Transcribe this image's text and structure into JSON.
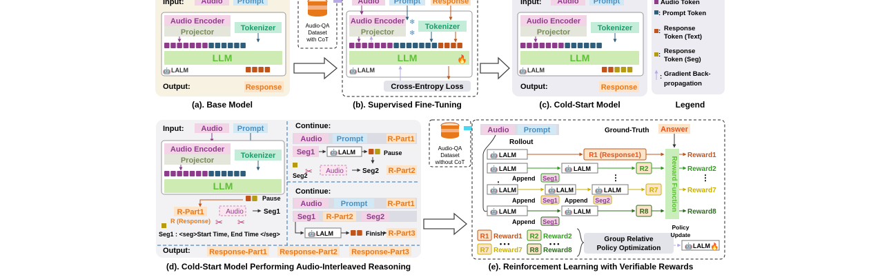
{
  "colors": {
    "audio": "#8e3b8b",
    "prompt": "#2f5d7c",
    "response_text": "#c0541b",
    "response_seg": "#b59a12",
    "gradient": "#b9a9e8",
    "llm_fill": "#cdebb3",
    "llm_text": "#5fbf36",
    "tokenizer": "#c3ecd9",
    "audio_box": "#f3d3e6",
    "prompt_box": "#d2e9f5",
    "response_box": "#fde3c8",
    "reward_fn": "#c9eebc"
  },
  "common": {
    "input_label": "Input:",
    "output_label": "Output:",
    "audio": "Audio",
    "prompt": "Prompt",
    "response": "Response",
    "audio_encoder": "Audio Encoder",
    "projector": "Projector",
    "tokenizer": "Tokenizer",
    "llm": "LLM",
    "lalm": "LALM"
  },
  "panel_a": {
    "caption": "(a). Base Model"
  },
  "panel_b": {
    "caption": "(b). Supervised Fine-Tuning",
    "dataset": [
      "Audio-QA",
      "Dataset",
      "with CoT"
    ],
    "loss": "Cross-Entropy Loss"
  },
  "panel_c": {
    "caption": "(c). Cold-Start Model"
  },
  "legend": {
    "caption": "Legend",
    "items": [
      {
        "label": [
          "Audio Token"
        ]
      },
      {
        "label": [
          "Prompt Token"
        ]
      },
      {
        "label": [
          "Response",
          "Token (Text)"
        ]
      },
      {
        "label": [
          "Response",
          "Token (Seg)"
        ]
      },
      {
        "label": [
          "Gradient Back-",
          "propagation"
        ]
      }
    ]
  },
  "panel_d": {
    "caption": "(d). Cold-Start Model Performing Audio-Interleaved Reasoning",
    "pause": "Pause",
    "r_part1": "R-Part1",
    "r_response": "R (Response)",
    "audio_dash": "Audio",
    "seg1": "Seg1",
    "seg2": "Seg2",
    "seg_def": "Seg1 : <seg>Start Time, End Time </seg>",
    "continue": "Continue:",
    "r_part2": "R-Part2",
    "r_part3": "R-Part3",
    "finish": "Finish",
    "outputs": [
      "Response-Part1",
      "Response-Part2",
      "Response-Part3"
    ]
  },
  "panel_e": {
    "caption": "(e). Reinforcement Learning with Verifiable Rewards",
    "dataset": [
      "Audio-QA",
      "Dataset",
      "without CoT"
    ],
    "rollout": "Rollout",
    "ground_truth": "Ground-Truth",
    "answer": "Answer",
    "r1_response": "R1 (Response1)",
    "r2": "R2",
    "r7": "R7",
    "r8": "R8",
    "r1": "R1",
    "append": "Append",
    "reward_function": "Reward Function",
    "rewards": [
      "Reward1",
      "Reward2",
      "Reward7",
      "Reward8"
    ],
    "grpo": [
      "Group Relative",
      "Policy Optimization"
    ],
    "policy_update": [
      "Policy",
      "Update"
    ],
    "dots": "• • •",
    "vdots": "⋮"
  }
}
